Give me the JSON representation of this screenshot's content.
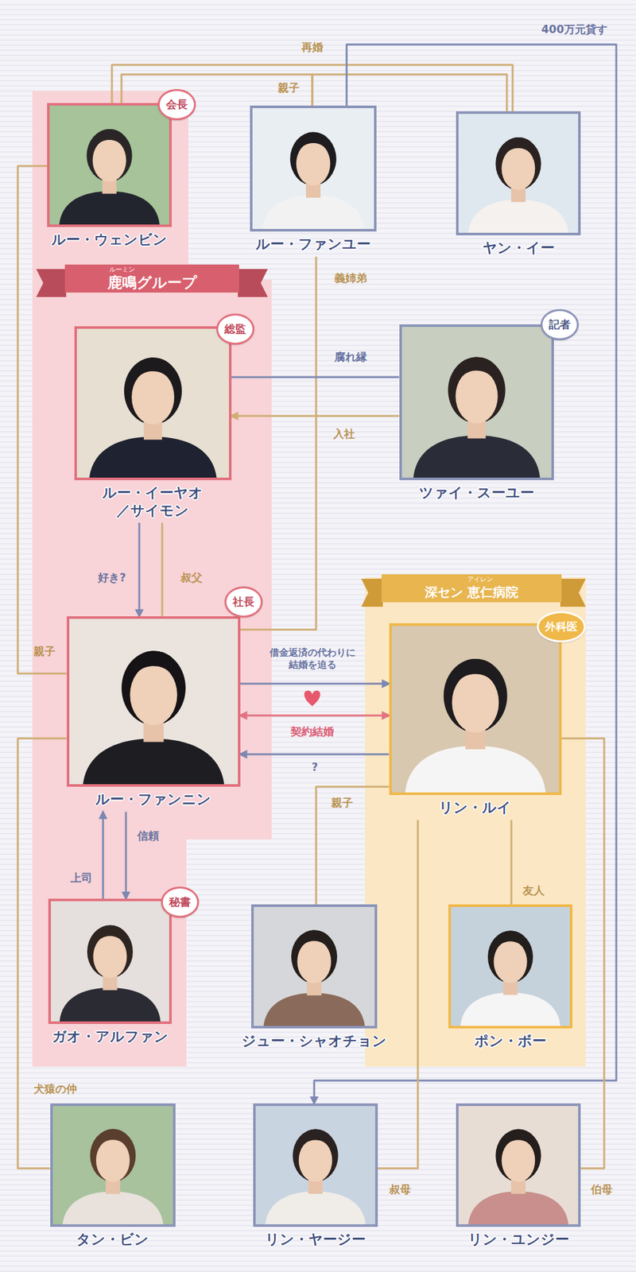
{
  "diagram": {
    "nodes": [
      {
        "text": [
          "鹿鳴グループ",
          "ルーミン"
        ]
      },
      {
        "text": [
          "ルー・ウェンビン",
          "会長"
        ],
        "in": 0
      },
      {
        "text": [
          "ルー・ファンユー"
        ]
      },
      {
        "text": [
          "ヤン・イー"
        ]
      },
      {
        "text": [
          "ルー・イーヤオ ／サイモン",
          "総監"
        ],
        "in": 0
      },
      {
        "text": [
          "ツァイ・スーユー",
          "記者"
        ]
      },
      {
        "text": [
          "ルー・ファンニン",
          "社長"
        ],
        "in": 0
      },
      {
        "text": [
          "深セン 恵仁病院",
          "アイレン"
        ]
      },
      {
        "text": [
          "リン・ルイ",
          "外科医"
        ],
        "in": 7
      },
      {
        "text": [
          "ガオ・アルファン",
          "秘書"
        ],
        "in": 0
      },
      {
        "text": [
          "ジュー・シャオチョン"
        ]
      },
      {
        "text": [
          "ポン・ボー"
        ],
        "in": 7
      },
      {
        "text": [
          "タン・ビン"
        ]
      },
      {
        "text": [
          "リン・ヤージー"
        ]
      },
      {
        "text": [
          "リン・ユンジー"
        ]
      }
    ],
    "edges": [
      {
        "from": 1,
        "to": 3,
        "label": "再婚",
        "arrow": "none"
      },
      {
        "from": 1,
        "to": 2,
        "label": "親子",
        "arrow": "none"
      },
      {
        "from": 3,
        "to": 2,
        "arrow": "none"
      },
      {
        "from": 2,
        "to": 13,
        "label": "400万元貸す",
        "arrow": "to"
      },
      {
        "from": 2,
        "to": 6,
        "label": "義姉弟",
        "arrow": "none"
      },
      {
        "from": 4,
        "to": 5,
        "label": "腐れ縁",
        "arrow": "none"
      },
      {
        "from": 5,
        "to": 4,
        "label": "入社",
        "arrow": "to"
      },
      {
        "from": 1,
        "to": 6,
        "label": "親子",
        "arrow": "none"
      },
      {
        "from": 4,
        "to": 6,
        "label": "好き?",
        "arrow": "to"
      },
      {
        "from": 4,
        "to": 6,
        "label": "叔父",
        "arrow": "none"
      },
      {
        "from": 6,
        "to": 8,
        "label": "借金返済の代わりに 結婚を迫る",
        "arrow": "to"
      },
      {
        "from": 6,
        "to": 8,
        "label": "契約結婚",
        "arrow": "both"
      },
      {
        "from": 8,
        "to": 6,
        "label": "?",
        "arrow": "to"
      },
      {
        "from": 9,
        "to": 6,
        "label": "上司",
        "arrow": "to"
      },
      {
        "from": 6,
        "to": 9,
        "label": "信頼",
        "arrow": "to"
      },
      {
        "from": 8,
        "to": 10,
        "label": "親子",
        "arrow": "none"
      },
      {
        "from": 8,
        "to": 11,
        "label": "友人",
        "arrow": "none"
      },
      {
        "from": 8,
        "to": 13,
        "label": "叔母",
        "arrow": "none"
      },
      {
        "from": 8,
        "to": 14,
        "label": "伯母",
        "arrow": "none"
      },
      {
        "from": 6,
        "to": 12,
        "label": "犬猿の仲",
        "arrow": "none"
      }
    ]
  }
}
